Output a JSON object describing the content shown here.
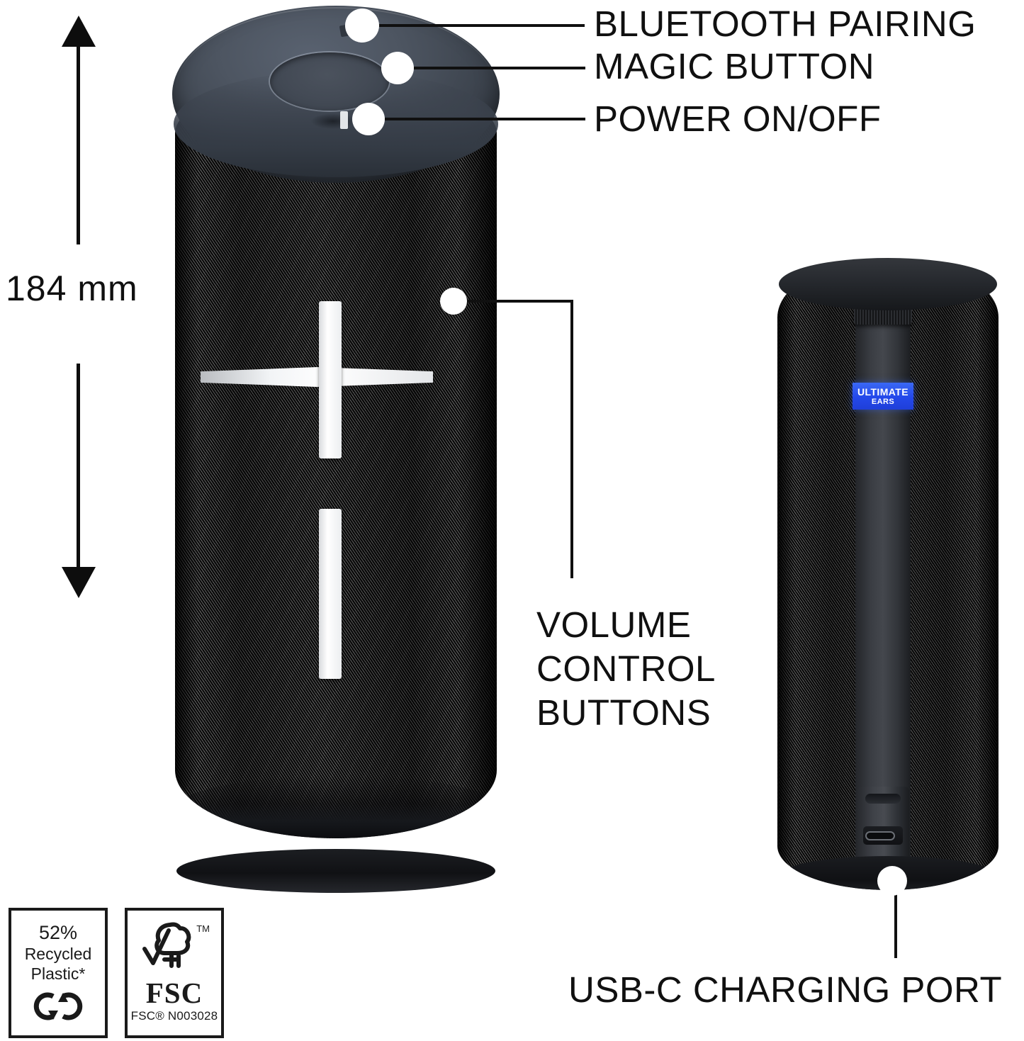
{
  "diagram": {
    "dimension": {
      "value": "184 mm",
      "icon": "vertical-dimension-arrow"
    },
    "callouts": [
      {
        "id": "bluetooth-pairing",
        "label": "BLUETOOTH PAIRING"
      },
      {
        "id": "magic-button",
        "label": "MAGIC BUTTON"
      },
      {
        "id": "power-on-off",
        "label": "POWER ON/OFF"
      },
      {
        "id": "volume-control-buttons",
        "label": "VOLUME\nCONTROL\nBUTTONS",
        "line1": "VOLUME",
        "line2": "CONTROL",
        "line3": "BUTTONS"
      },
      {
        "id": "usb-c-charging-port",
        "label": "USB-C CHARGING PORT"
      }
    ],
    "product": {
      "brand_badge": {
        "line1": "ULTIMATE",
        "line2": "EARS",
        "background_color": "#2848EA",
        "text_color": "#FFFFFF"
      },
      "controls": {
        "volume_up": "+",
        "volume_down": "−"
      }
    },
    "certifications": [
      {
        "id": "recycled-plastic",
        "percent": "52%",
        "line2": "Recycled",
        "line3": "Plastic*",
        "icon": "recycling-loop-icon"
      },
      {
        "id": "fsc",
        "word": "FSC",
        "code": "FSC® N003028",
        "trademark": "TM",
        "icon": "fsc-tree-checkmark-icon"
      }
    ],
    "colors": {
      "cap_gray": "#4A525C",
      "fabric_black": "#0A0A0A",
      "accent_blue": "#2848EA",
      "line_black": "#101010"
    }
  }
}
